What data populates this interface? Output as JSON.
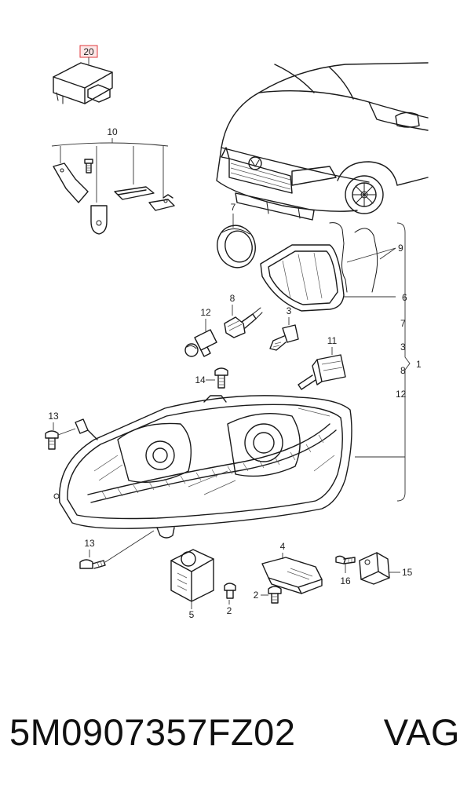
{
  "callouts": {
    "c1": "1",
    "c2a": "2",
    "c2b": "2",
    "c3a": "3",
    "c3b": "3",
    "c4": "4",
    "c5": "5",
    "c6": "6",
    "c7a": "7",
    "c7b": "7",
    "c8a": "8",
    "c8b": "8",
    "c9": "9",
    "c10": "10",
    "c11": "11",
    "c12a": "12",
    "c12b": "12",
    "c13a": "13",
    "c13b": "13",
    "c14": "14",
    "c15": "15",
    "c16": "16",
    "c20": "20"
  },
  "highlight": {
    "callout": "20",
    "color": "#e0393e"
  },
  "footer": {
    "part_number": "5M0907357FZ02",
    "brand": "VAG"
  }
}
